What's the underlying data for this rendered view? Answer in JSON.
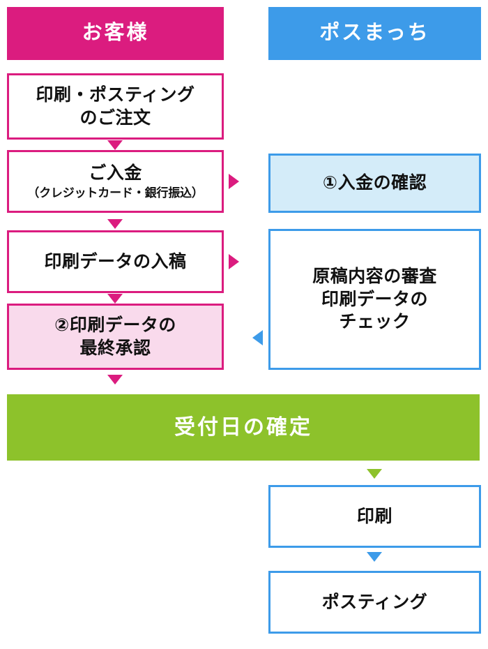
{
  "diagram": {
    "title_customer": "お客様",
    "title_company": "ポスまっち",
    "columns": [
      {
        "key": "customer",
        "header": "お客様",
        "accent": "#DB1C7F",
        "nodes": [
          {
            "id": "order",
            "label_line1": "印刷・ポスティング",
            "label_line2": "のご注文",
            "fill": "#FFFFFF"
          },
          {
            "id": "payment",
            "label_line1": "ご入金",
            "note": "（クレジットカード・銀行振込）",
            "fill": "#FFFFFF"
          },
          {
            "id": "upload",
            "label_line1": "印刷データの入稿",
            "fill": "#FFFFFF"
          },
          {
            "id": "approve",
            "label_line1": "②印刷データの",
            "label_line2": "最終承認",
            "fill": "#F9DAEC"
          }
        ]
      },
      {
        "key": "company",
        "header": "ポスまっち",
        "accent": "#3D9BE9",
        "nodes": [
          {
            "id": "confirm",
            "label_line1": "①入金の確認",
            "fill": "#D4ECF9"
          },
          {
            "id": "review",
            "label_line1": "原稿内容の審査",
            "label_line2": "印刷データの",
            "label_line3": "チェック",
            "fill": "#FFFFFF"
          },
          {
            "id": "print",
            "label_line1": "印刷",
            "fill": "#FFFFFF"
          },
          {
            "id": "posting",
            "label_line1": "ポスティング",
            "fill": "#FFFFFF"
          }
        ]
      }
    ],
    "band": {
      "label": "受付日の確定",
      "color": "#8DC22B",
      "text_color": "#FFFFFF"
    },
    "arrows": [
      {
        "id": "order-to-payment",
        "direction": "down",
        "color": "#DB1C7F"
      },
      {
        "id": "payment-to-upload",
        "direction": "down",
        "color": "#DB1C7F"
      },
      {
        "id": "upload-to-approve",
        "direction": "down",
        "color": "#DB1C7F"
      },
      {
        "id": "approve-to-band",
        "direction": "down",
        "color": "#DB1C7F"
      },
      {
        "id": "band-to-print",
        "direction": "down",
        "color": "#8DC22B"
      },
      {
        "id": "print-to-posting",
        "direction": "down",
        "color": "#3D9BE9"
      },
      {
        "id": "payment-to-confirm",
        "direction": "right",
        "color": "#DB1C7F"
      },
      {
        "id": "upload-to-review",
        "direction": "right",
        "color": "#DB1C7F"
      },
      {
        "id": "review-to-approve",
        "direction": "left",
        "color": "#3D9BE9"
      }
    ]
  }
}
